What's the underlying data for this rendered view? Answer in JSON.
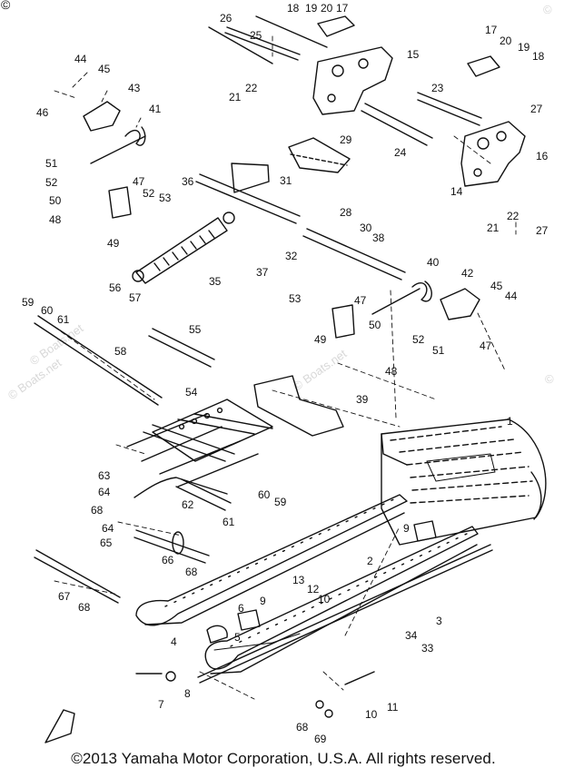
{
  "corner_mark": "©",
  "watermarks": [
    "© Boats.net",
    "© Boats.net",
    "© Boats.net",
    "©",
    "©"
  ],
  "copyright": "©2013 Yamaha Motor Corporation, U.S.A. All rights reserved.",
  "callouts": [
    "1",
    "2",
    "3",
    "4",
    "5",
    "6",
    "7",
    "8",
    "9",
    "9",
    "10",
    "10",
    "11",
    "12",
    "13",
    "14",
    "15",
    "16",
    "17",
    "17",
    "18",
    "18",
    "19",
    "19",
    "20",
    "20",
    "21",
    "21",
    "22",
    "22",
    "23",
    "24",
    "25",
    "26",
    "27",
    "27",
    "28",
    "29",
    "30",
    "31",
    "32",
    "33",
    "34",
    "35",
    "36",
    "37",
    "38",
    "39",
    "40",
    "41",
    "42",
    "43",
    "44",
    "44",
    "45",
    "45",
    "46",
    "47",
    "47",
    "47",
    "48",
    "48",
    "49",
    "49",
    "50",
    "50",
    "51",
    "51",
    "52",
    "52",
    "52",
    "53",
    "53",
    "54",
    "55",
    "56",
    "57",
    "58",
    "59",
    "59",
    "60",
    "60",
    "61",
    "61",
    "62",
    "63",
    "64",
    "64",
    "65",
    "66",
    "67",
    "68",
    "68",
    "68",
    "68",
    "69"
  ],
  "colors": {
    "ink": "#111111",
    "paper": "#ffffff",
    "watermark": "#d8d8d8"
  }
}
